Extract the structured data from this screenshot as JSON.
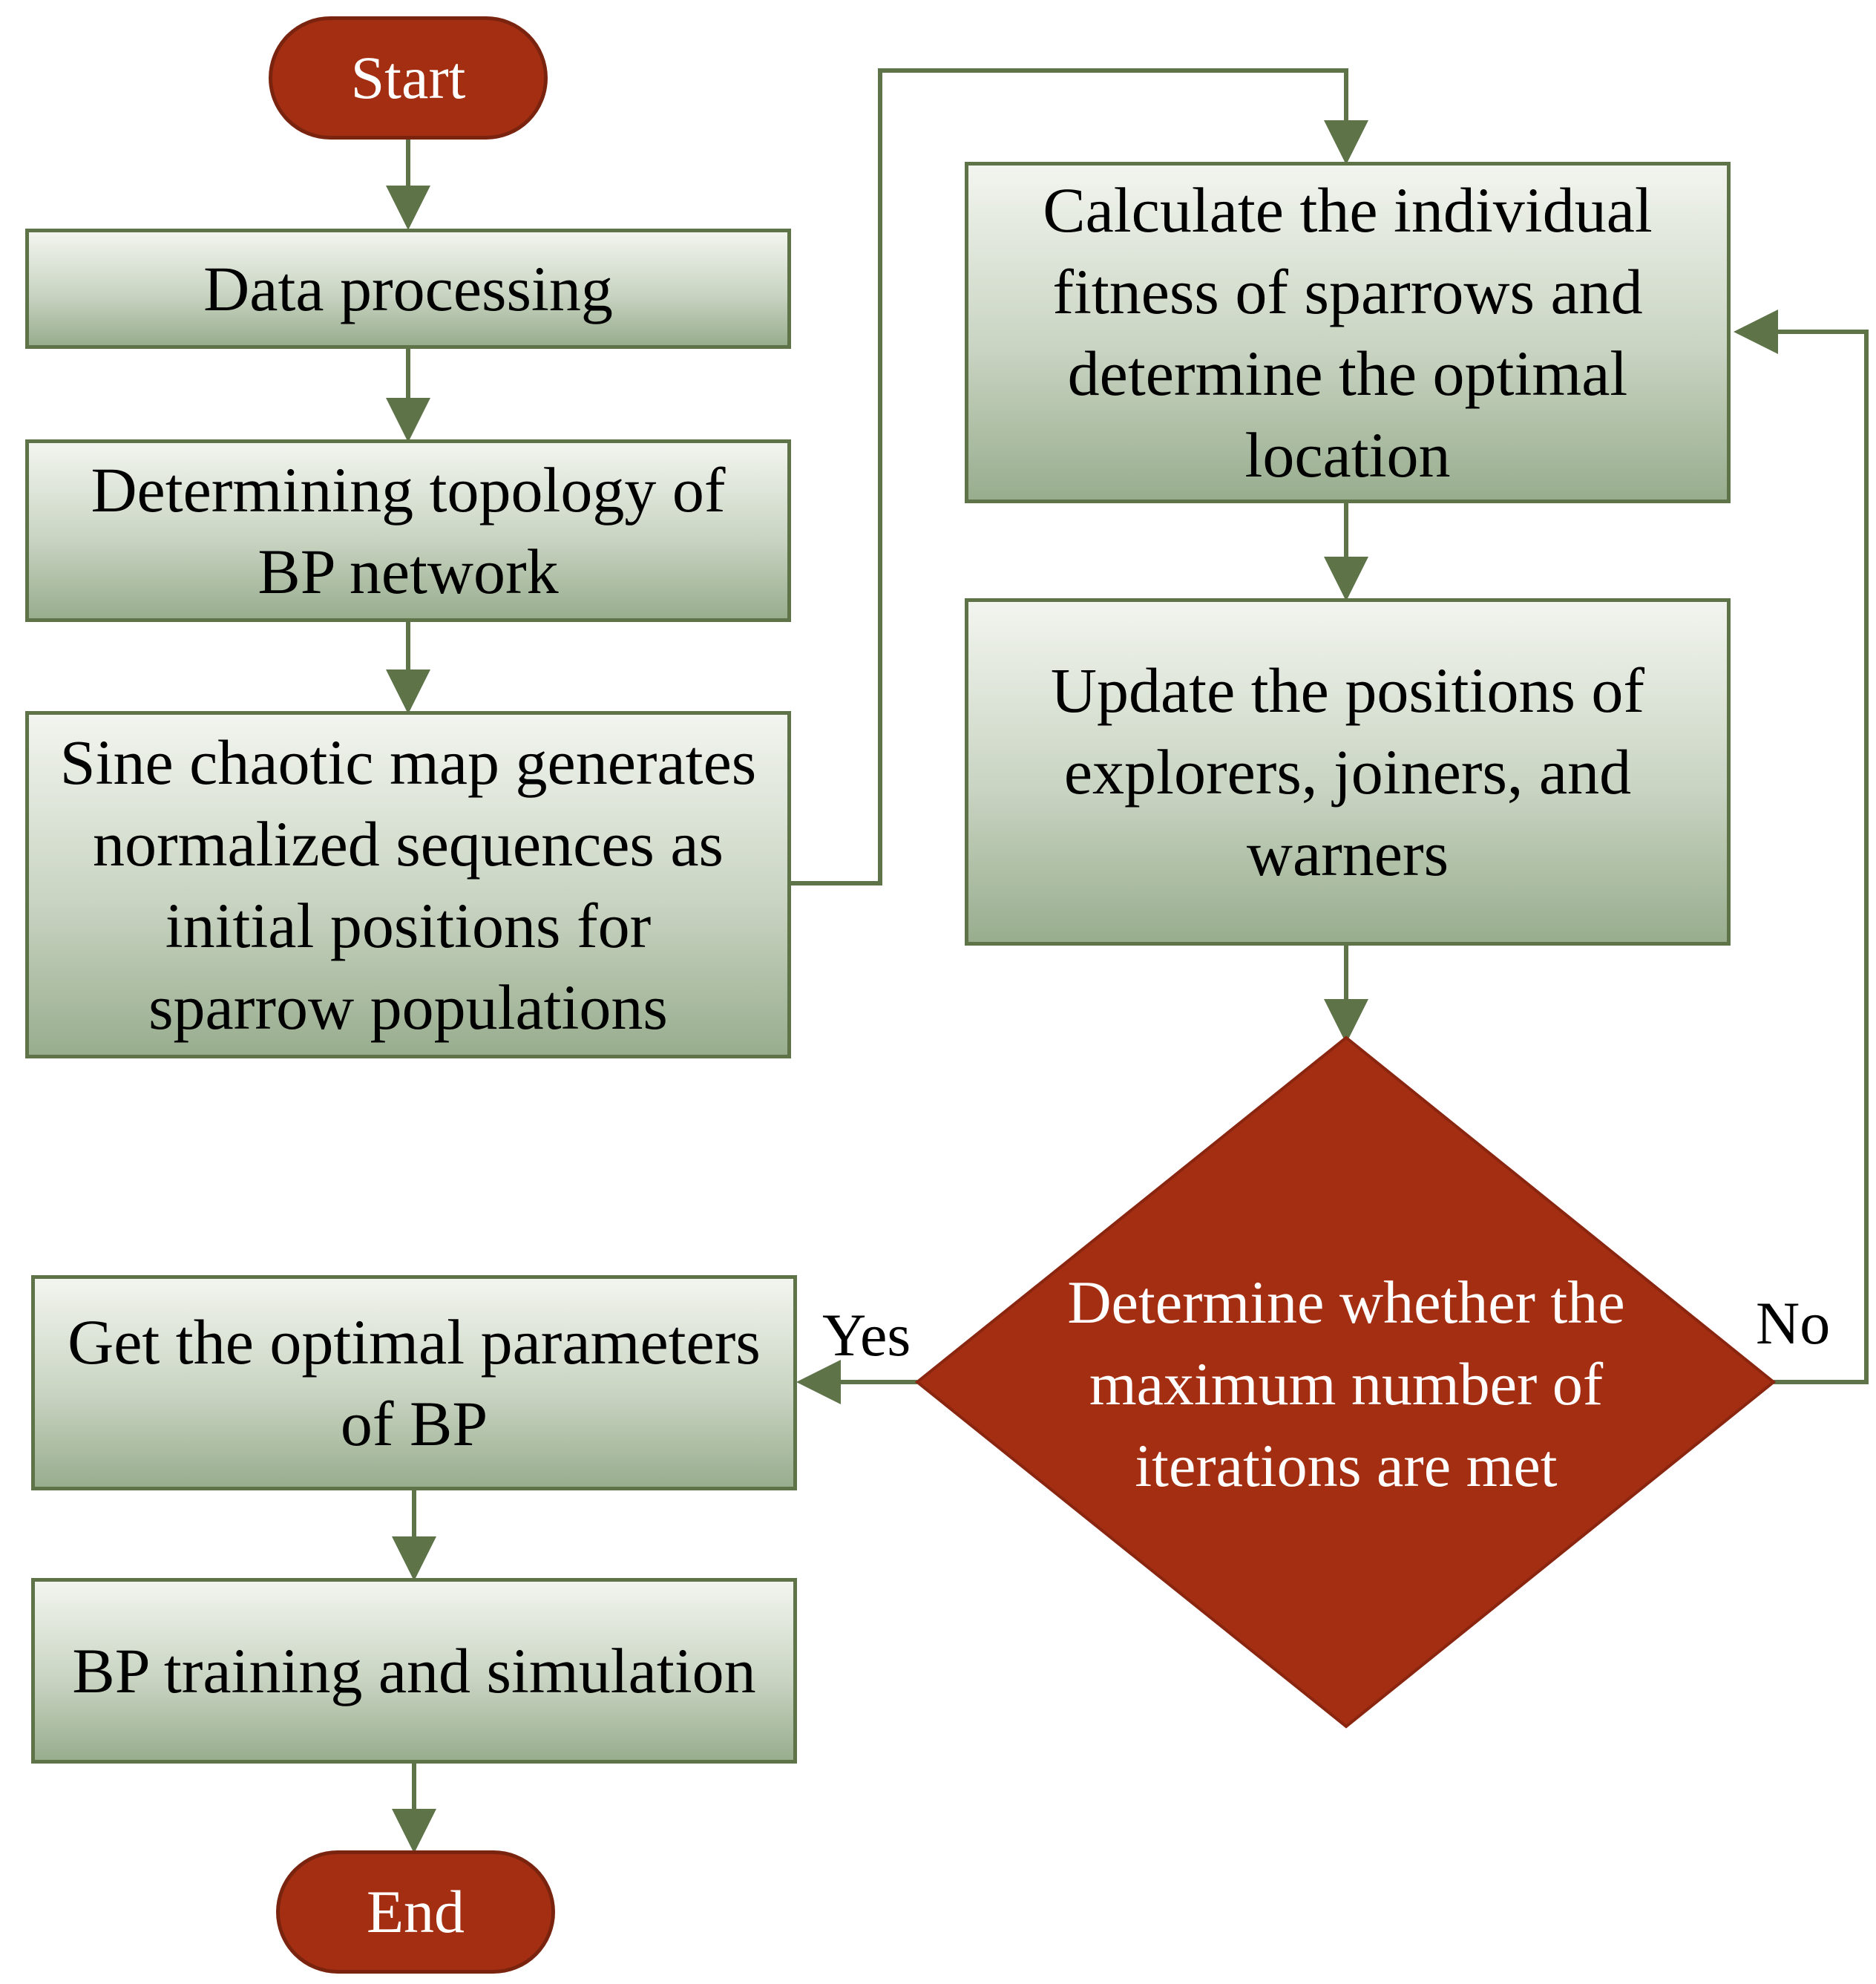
{
  "diagram": {
    "colors": {
      "connector": "#5e7448",
      "terminal_fill": "#a32e12",
      "decision_fill": "#a32e12",
      "box_border": "#5e7448"
    },
    "nodes": {
      "start": "Start",
      "data_processing": "Data processing",
      "topology": "Determining topology of\nBP network",
      "sine_map": "Sine chaotic map generates\nnormalized sequences as\ninitial positions for\nsparrow populations",
      "fitness": "Calculate the individual\nfitness of sparrows and\ndetermine the optimal\nlocation",
      "update": "Update the positions of\nexplorers, joiners, and\nwarners",
      "decision": "Determine whether the\nmaximum number of\niterations are met",
      "optimal_params": "Get the optimal parameters\nof BP",
      "training": "BP training and simulation",
      "end": "End"
    },
    "edge_labels": {
      "yes": "Yes",
      "no": "No"
    }
  }
}
